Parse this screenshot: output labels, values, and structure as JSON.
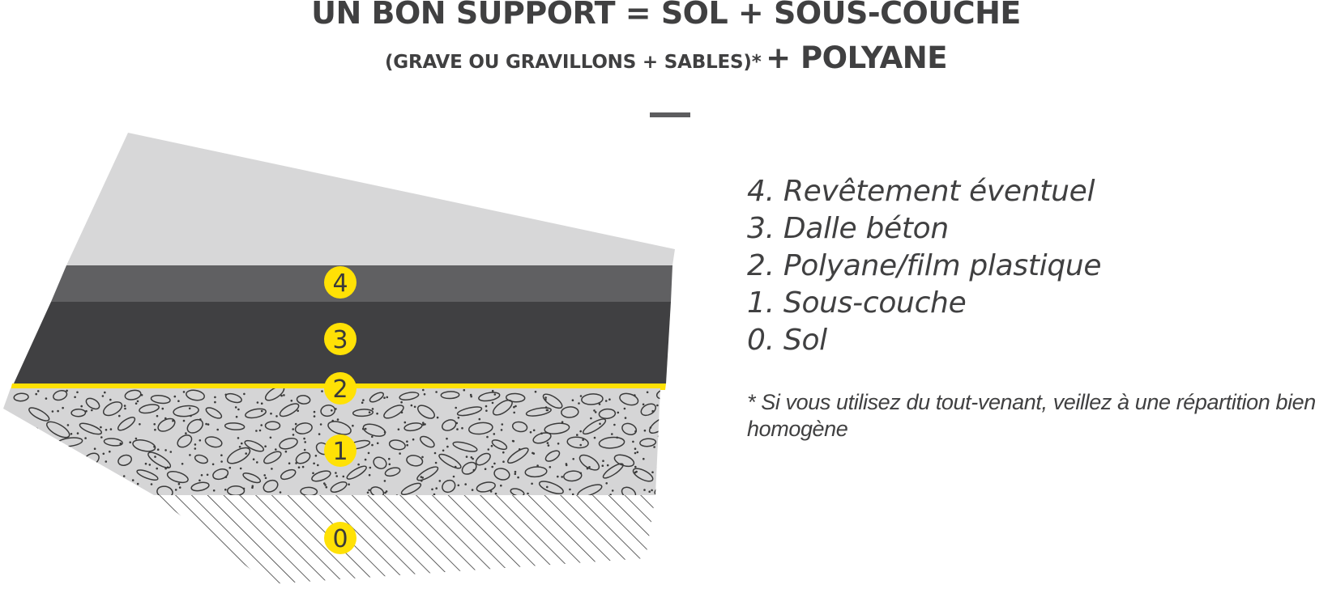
{
  "title": {
    "line1": "UN BON SUPPORT = SOL + SOUS-COUCHE",
    "line2_part1": "(GRAVE OU GRAVILLONS + SABLES)*",
    "line2_part2": "+ POLYANE"
  },
  "layers": [
    {
      "number": "4",
      "label": "4. Revêtement éventuel"
    },
    {
      "number": "3",
      "label": "3. Dalle béton"
    },
    {
      "number": "2",
      "label": "2. Polyane/film plastique"
    },
    {
      "number": "1",
      "label": "1. Sous-couche"
    },
    {
      "number": "0",
      "label": "0. Sol"
    }
  ],
  "footnote": "* Si vous utilisez du tout-venant, veillez à une répartition bien homogène",
  "colors": {
    "text": "#404041",
    "top_surface": "#d7d7d8",
    "coating_layer": "#606062",
    "concrete_slab": "#404042",
    "polyane_film": "#ffe105",
    "subbase": "#d5d5d6",
    "soil": "#ffffff",
    "badge": "#ffe105"
  }
}
